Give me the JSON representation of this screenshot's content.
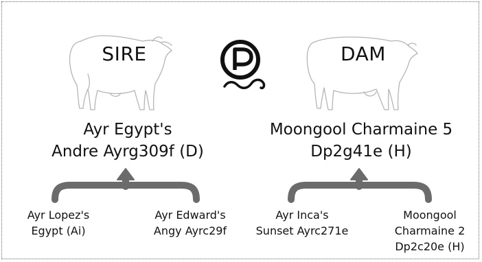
{
  "sire": {
    "label": "SIRE",
    "name_line1": "Ayr Egypt's",
    "name_line2": "Andre Ayrg309f (D)",
    "parents": [
      {
        "line1": "Ayr Lopez's",
        "line2": "Egypt (Ai)"
      },
      {
        "line1": "Ayr Edward's",
        "line2": "Angy Ayrc29f"
      }
    ]
  },
  "dam": {
    "label": "DAM",
    "name_line1": "Moongool Charmaine 5",
    "name_line2": "Dp2g41e (H)",
    "parents": [
      {
        "line1": "Ayr Inca's",
        "line2": "Sunset Ayrc271e"
      },
      {
        "line1": "Moongool",
        "line2": "Charmaine 2",
        "line3": "Dp2c20e (H)"
      }
    ]
  },
  "center_symbol": {
    "letter": "P",
    "icon": "polled-icon"
  },
  "colors": {
    "arrow": "#6b6b6b",
    "outline": "#b5b5b5",
    "text": "#111111"
  }
}
